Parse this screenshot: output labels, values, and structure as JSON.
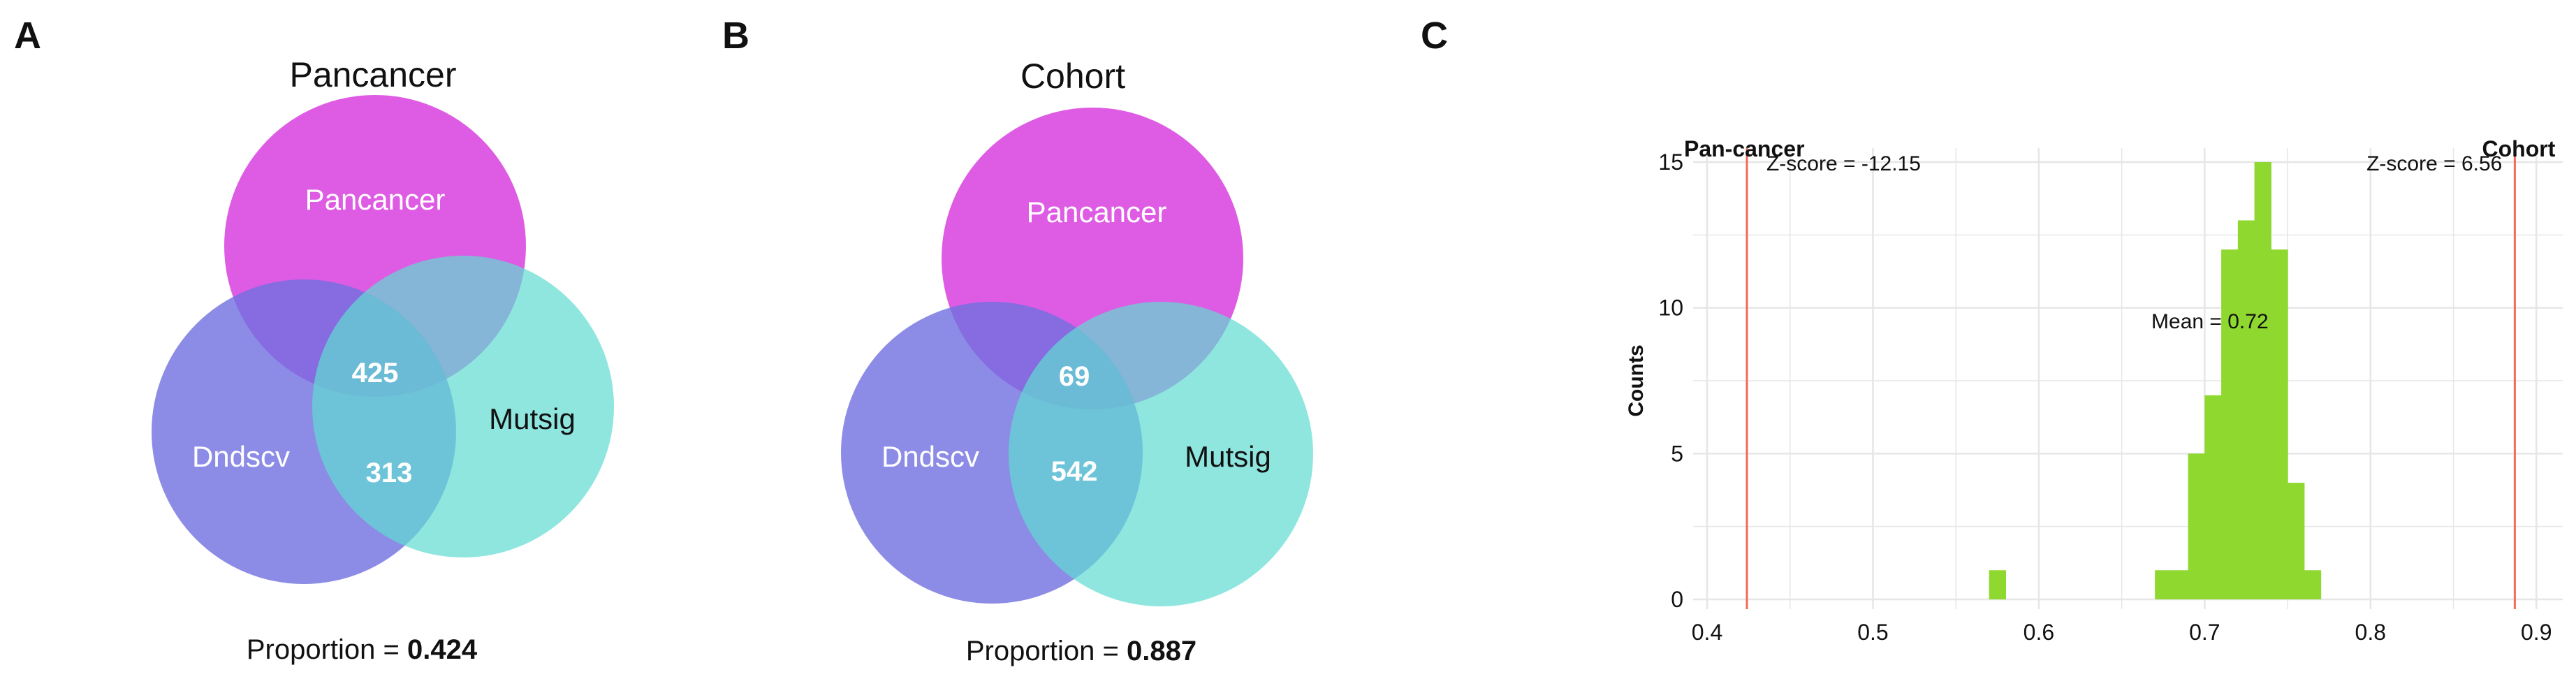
{
  "panels": {
    "a": {
      "letter": "A",
      "title": "Pancancer",
      "circles": {
        "top": "Pancancer",
        "left": "Dndscv",
        "right": "Mutsig"
      },
      "counts": {
        "center": "425",
        "lower": "313"
      },
      "proportion_label": "Proportion = ",
      "proportion_value": "0.424"
    },
    "b": {
      "letter": "B",
      "title": "Cohort",
      "circles": {
        "top": "Pancancer",
        "left": "Dndscv",
        "right": "Mutsig"
      },
      "counts": {
        "center": "69",
        "lower": "542"
      },
      "proportion_label": "Proportion = ",
      "proportion_value": "0.887"
    },
    "c": {
      "letter": "C"
    }
  },
  "colors": {
    "pancancer": "#d946e0",
    "dndscv": "#6f6fe0",
    "mutsig": "#5fdcd2",
    "histogram": "#8fd82f",
    "ref_line": "#f26b55",
    "grid": "#e6e6e6"
  },
  "chart_data": {
    "type": "bar",
    "subtype": "histogram",
    "ylabel": "Counts",
    "xlabel": "",
    "xlim": [
      0.4,
      0.91
    ],
    "ylim": [
      0,
      15
    ],
    "xticks": [
      "0.4",
      "0.5",
      "0.6",
      "0.7",
      "0.8",
      "0.9"
    ],
    "yticks": [
      "0",
      "5",
      "10",
      "15"
    ],
    "grid": true,
    "bin_width": 0.01,
    "bins": [
      {
        "x0": 0.57,
        "x1": 0.58,
        "count": 1
      },
      {
        "x0": 0.67,
        "x1": 0.68,
        "count": 1
      },
      {
        "x0": 0.68,
        "x1": 0.69,
        "count": 1
      },
      {
        "x0": 0.69,
        "x1": 0.7,
        "count": 5
      },
      {
        "x0": 0.7,
        "x1": 0.71,
        "count": 7
      },
      {
        "x0": 0.71,
        "x1": 0.72,
        "count": 12
      },
      {
        "x0": 0.72,
        "x1": 0.73,
        "count": 13
      },
      {
        "x0": 0.73,
        "x1": 0.74,
        "count": 15
      },
      {
        "x0": 0.74,
        "x1": 0.75,
        "count": 12
      },
      {
        "x0": 0.75,
        "x1": 0.76,
        "count": 4
      },
      {
        "x0": 0.76,
        "x1": 0.77,
        "count": 1
      }
    ],
    "reference_lines": [
      {
        "x": 0.424,
        "label": "Pan-cancer",
        "zscore_label": "Z-score = -12.15"
      },
      {
        "x": 0.887,
        "label": "Cohort",
        "zscore_label": "Z-score = 6.56"
      }
    ],
    "mean_label": "Mean = 0.72",
    "mean_annotation_pos": [
      0.72,
      9.3
    ]
  }
}
